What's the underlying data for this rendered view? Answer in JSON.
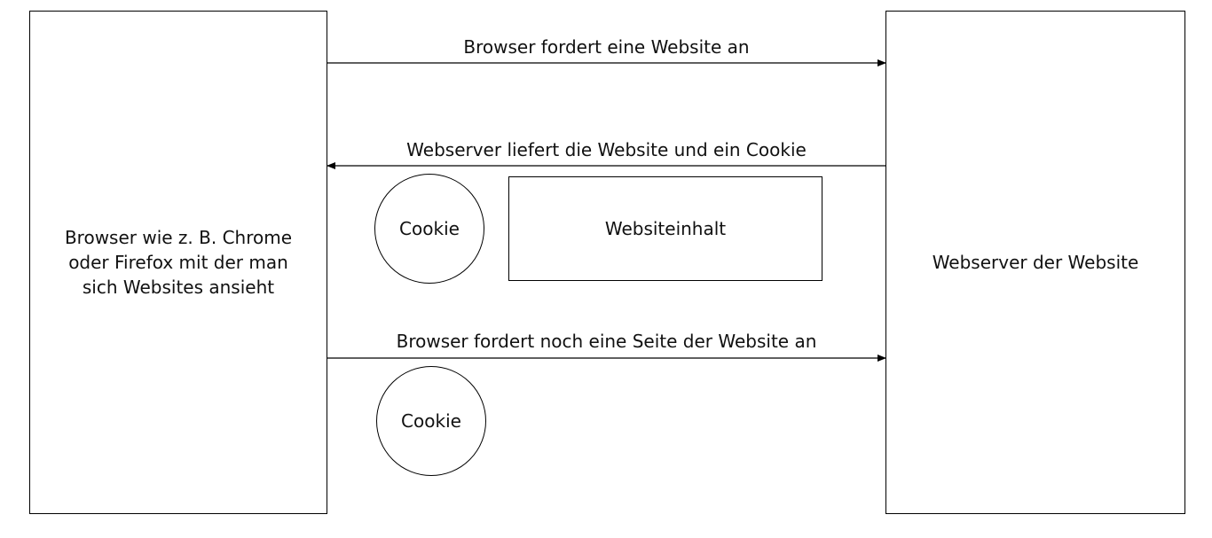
{
  "browser": {
    "label": "Browser wie z. B. Chrome\noder Firefox mit der man\nsich Websites ansieht"
  },
  "server": {
    "label": "Webserver der Website"
  },
  "arrows": [
    {
      "label": "Browser fordert eine Website an",
      "direction": "right"
    },
    {
      "label": "Webserver liefert die Website und ein Cookie",
      "direction": "left"
    },
    {
      "label": "Browser fordert noch eine Seite der Website an",
      "direction": "right"
    }
  ],
  "response": {
    "cookie_label": "Cookie",
    "content_label": "Websiteinhalt"
  },
  "request2": {
    "cookie_label": "Cookie"
  }
}
